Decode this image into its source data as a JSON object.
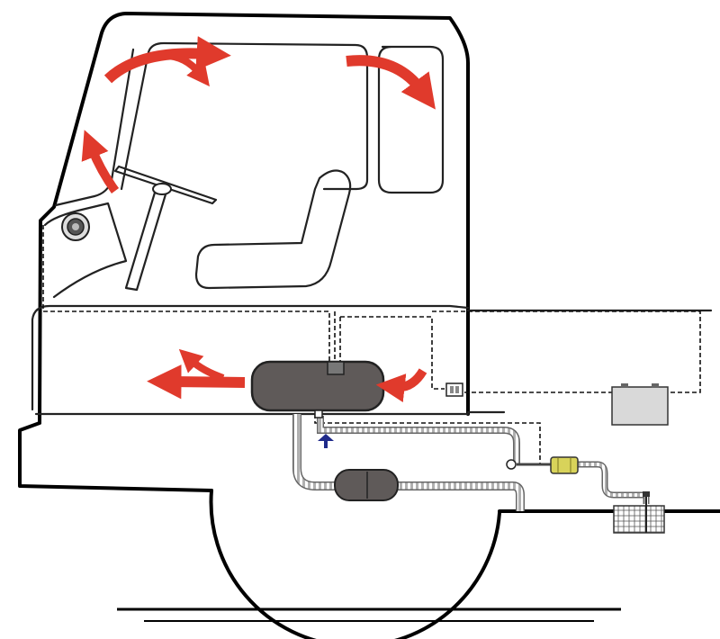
{
  "colors": {
    "airflow_arrow": "#e03a2c",
    "heater_body": "#5f5a59",
    "fuel_pump": "#d8d35a",
    "battery": "#d9d9d9",
    "duct_hose": "#9a9a9a",
    "intake_arrow": "#1f2a8a"
  },
  "components": [
    "truck-cab-outline",
    "steering-wheel",
    "seat",
    "control-panel-knob",
    "air-heater-unit",
    "exhaust-silencer",
    "fuel-pump",
    "fuel-tank",
    "battery",
    "relay-fuse-box"
  ],
  "airflow_arrows": [
    "windshield-top-left",
    "windshield-top-right",
    "windshield-left",
    "heater-outlet",
    "heater-inlet"
  ]
}
